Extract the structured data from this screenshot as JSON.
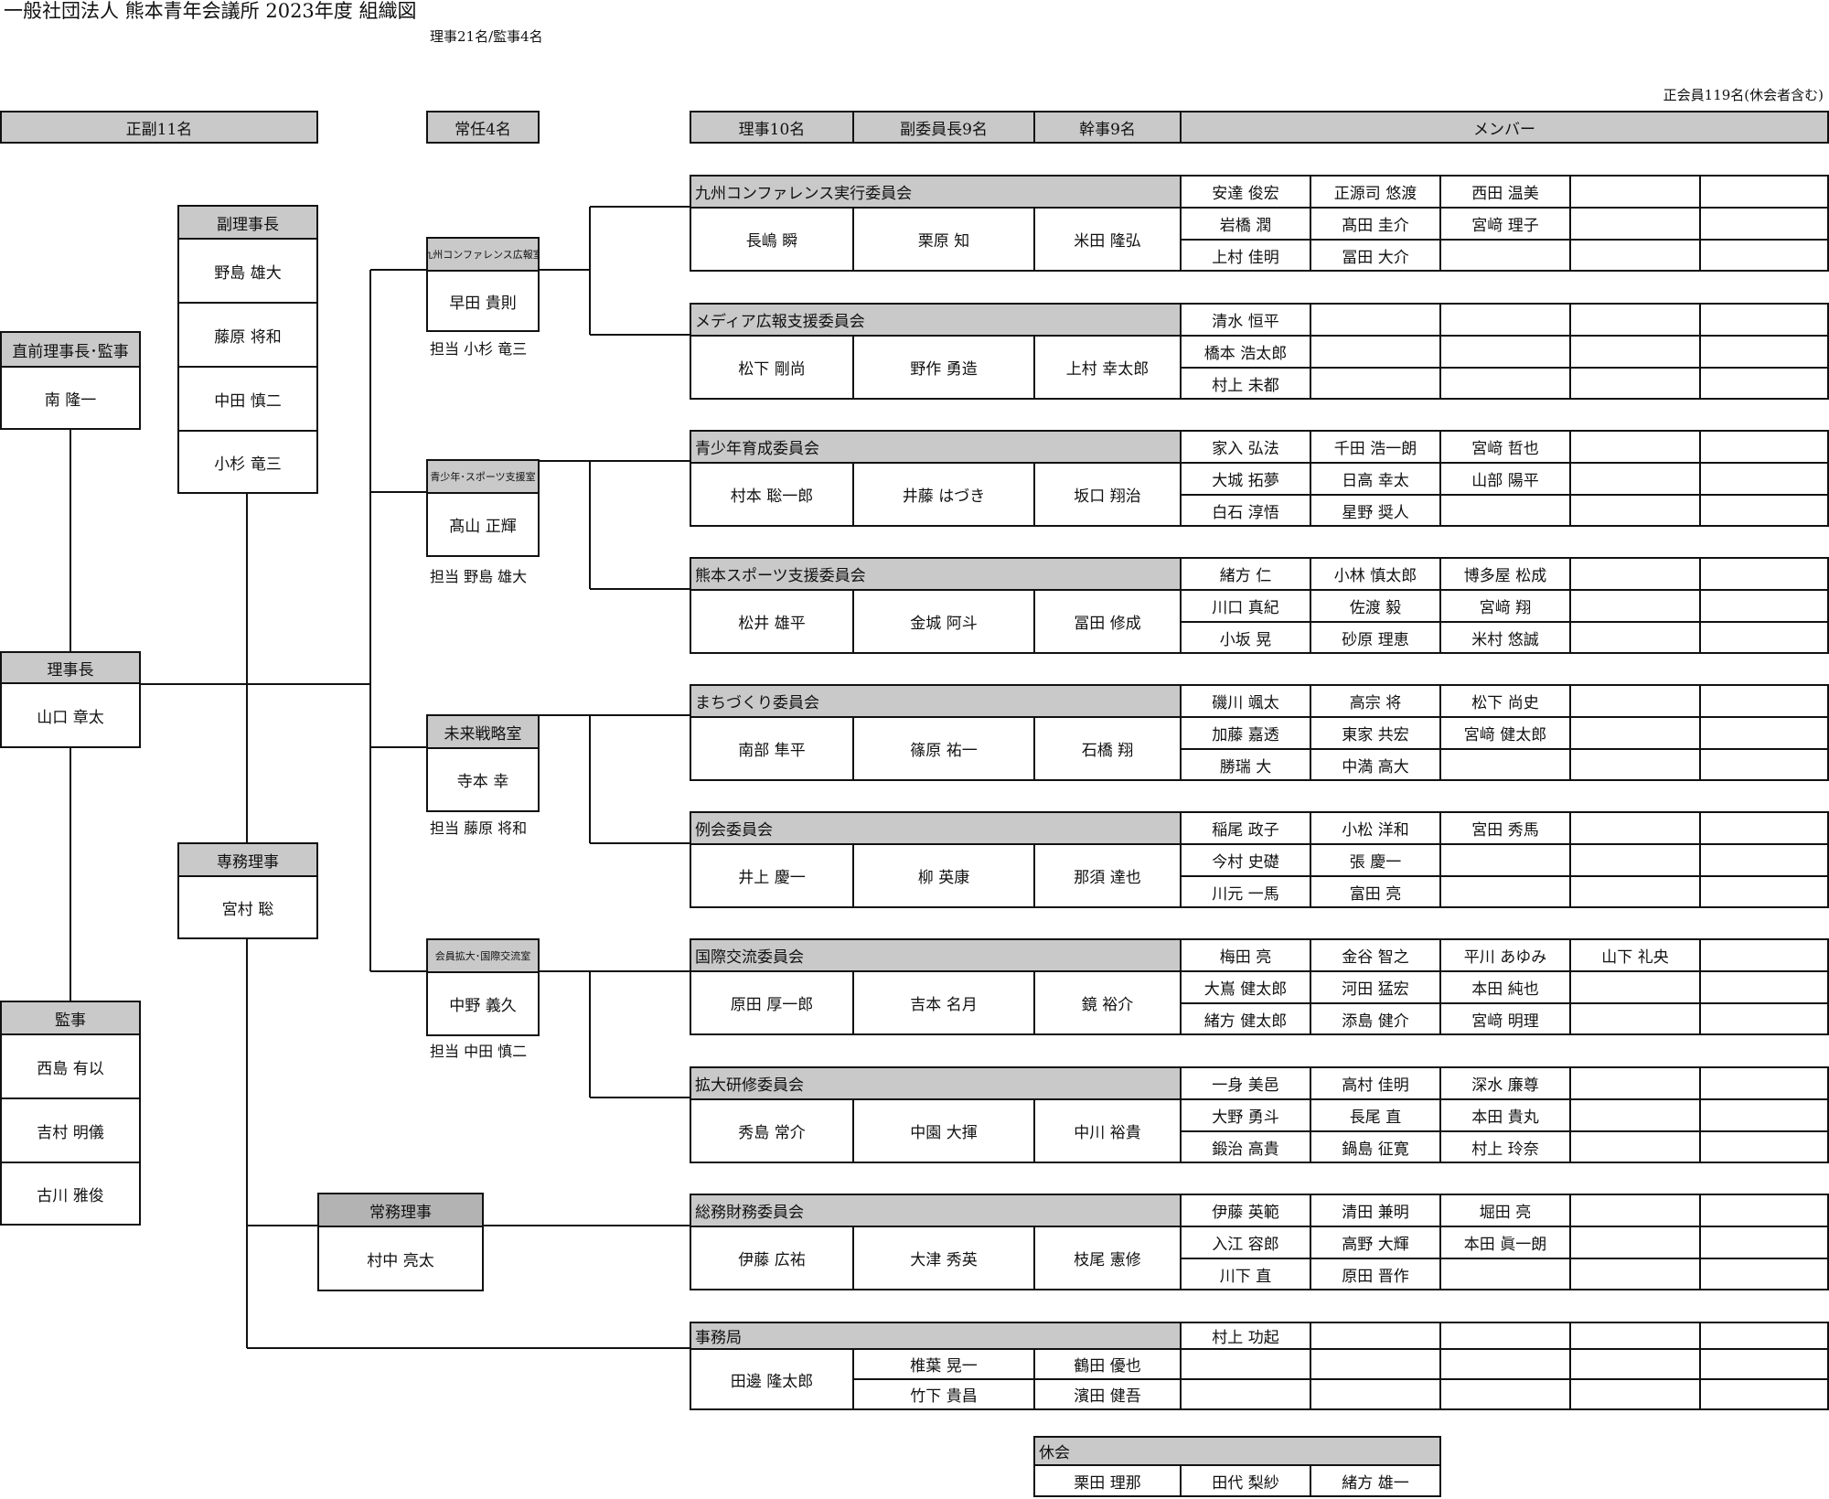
{
  "title": "一般社団法人 熊本青年会議所 2023年度 組織図",
  "subtitle": "理事21名/監事4名",
  "membership_note": "正会員119名(休会者含む)",
  "col_headers": {
    "seifuku": "正副11名",
    "jonin": "常任4名",
    "riji": "理事10名",
    "fuku": "副委員長9名",
    "kanji": "幹事9名",
    "member": "メンバー"
  },
  "left": {
    "vp_header": "副理事長",
    "vps": [
      "野島 雄大",
      "藤原 将和",
      "中田 慎二",
      "小杉 竜三"
    ],
    "past_header": "直前理事長･監事",
    "past_name": "南 隆一",
    "pres_header": "理事長",
    "pres_name": "山口 章太",
    "senmu_header": "専務理事",
    "senmu_name": "宮村 聡",
    "auditor_header": "監事",
    "auditors": [
      "西島 有以",
      "吉村 明儀",
      "古川 雅俊"
    ],
    "jomu_header": "常務理事",
    "jomu_name": "村中 亮太"
  },
  "offices": [
    {
      "header": "九州コンファレンス広報室",
      "name": "早田 貴則",
      "charge": "担当 小杉 竜三"
    },
    {
      "header": "青少年･スポーツ支援室",
      "name": "髙山 正輝",
      "charge": "担当 野島 雄大"
    },
    {
      "header": "未来戦略室",
      "name": "寺本 幸",
      "charge": "担当 藤原 将和"
    },
    {
      "header": "会員拡大･国際交流室",
      "name": "中野 義久",
      "charge": "担当 中田 慎二"
    }
  ],
  "committees": [
    {
      "name": "九州コンファレンス実行委員会",
      "riji": "長嶋 瞬",
      "fuku": "栗原 知",
      "kanji": "米田 隆弘",
      "members": [
        [
          "安達 俊宏",
          "正源司 悠渡",
          "西田 温美",
          "",
          ""
        ],
        [
          "岩橋 潤",
          "髙田 圭介",
          "宮﨑 理子",
          "",
          ""
        ],
        [
          "上村 佳明",
          "冨田 大介",
          "",
          "",
          ""
        ]
      ]
    },
    {
      "name": "メディア広報支援委員会",
      "riji": "松下 剛尚",
      "fuku": "野作 勇造",
      "kanji": "上村 幸太郎",
      "members": [
        [
          "清水 恒平",
          "",
          "",
          "",
          ""
        ],
        [
          "橋本 浩太郎",
          "",
          "",
          "",
          ""
        ],
        [
          "村上 未都",
          "",
          "",
          "",
          ""
        ]
      ]
    },
    {
      "name": "青少年育成委員会",
      "riji": "村本 聡一郎",
      "fuku": "井藤 はづき",
      "kanji": "坂口 翔治",
      "members": [
        [
          "家入 弘法",
          "千田 浩一朗",
          "宮﨑 哲也",
          "",
          ""
        ],
        [
          "大城 拓夢",
          "日高 幸太",
          "山部 陽平",
          "",
          ""
        ],
        [
          "白石 淳悟",
          "星野 奨人",
          "",
          "",
          ""
        ]
      ]
    },
    {
      "name": "熊本スポーツ支援委員会",
      "riji": "松井 雄平",
      "fuku": "金城 阿斗",
      "kanji": "冨田 修成",
      "members": [
        [
          "緒方 仁",
          "小林 慎太郎",
          "博多屋 松成",
          "",
          ""
        ],
        [
          "川口 真紀",
          "佐渡 毅",
          "宮﨑 翔",
          "",
          ""
        ],
        [
          "小坂 晃",
          "砂原 理恵",
          "米村 悠誠",
          "",
          ""
        ]
      ]
    },
    {
      "name": "まちづくり委員会",
      "riji": "南部 隼平",
      "fuku": "篠原 祐一",
      "kanji": "石橋 翔",
      "members": [
        [
          "磯川 颯太",
          "高宗 将",
          "松下 尚史",
          "",
          ""
        ],
        [
          "加藤 嘉透",
          "東家 共宏",
          "宮﨑 健太郎",
          "",
          ""
        ],
        [
          "勝瑞 大",
          "中満 高大",
          "",
          "",
          ""
        ]
      ]
    },
    {
      "name": "例会委員会",
      "riji": "井上 慶一",
      "fuku": "柳 英康",
      "kanji": "那須 達也",
      "members": [
        [
          "稲尾 政子",
          "小松 洋和",
          "宮田 秀馬",
          "",
          ""
        ],
        [
          "今村 史礎",
          "張 慶一",
          "",
          "",
          ""
        ],
        [
          "川元 一馬",
          "富田 亮",
          "",
          "",
          ""
        ]
      ]
    },
    {
      "name": "国際交流委員会",
      "riji": "原田 厚一郎",
      "fuku": "吉本 名月",
      "kanji": "鏡 裕介",
      "members": [
        [
          "梅田 亮",
          "金谷 智之",
          "平川 あゆみ",
          "山下 礼央",
          ""
        ],
        [
          "大嶌 健太郎",
          "河田 猛宏",
          "本田 純也",
          "",
          ""
        ],
        [
          "緒方 健太郎",
          "添島 健介",
          "宮﨑 明理",
          "",
          ""
        ]
      ]
    },
    {
      "name": "拡大研修委員会",
      "riji": "秀島 常介",
      "fuku": "中園 大揮",
      "kanji": "中川 裕貴",
      "members": [
        [
          "一身 美邑",
          "高村 佳明",
          "深水 廉尊",
          "",
          ""
        ],
        [
          "大野 勇斗",
          "長尾 直",
          "本田 貴丸",
          "",
          ""
        ],
        [
          "鍛治 高貴",
          "鍋島 征寛",
          "村上 玲奈",
          "",
          ""
        ]
      ]
    },
    {
      "name": "総務財務委員会",
      "riji": "伊藤 広祐",
      "fuku": "大津 秀英",
      "kanji": "枝尾 憲修",
      "members": [
        [
          "伊藤 英範",
          "清田 兼明",
          "堀田 亮",
          "",
          ""
        ],
        [
          "入江 容郎",
          "高野 大輝",
          "本田 眞一朗",
          "",
          ""
        ],
        [
          "川下 直",
          "原田 晋作",
          "",
          "",
          ""
        ]
      ]
    }
  ],
  "secretariat": {
    "name": "事務局",
    "riji": "田邊 隆太郎",
    "fuku": [
      "椎葉 晃一",
      "竹下 貴昌"
    ],
    "kanji": [
      "鶴田 優也",
      "濱田 健吾"
    ],
    "members": [
      "村上 功起",
      "",
      ""
    ]
  },
  "kyukai": {
    "header": "休会",
    "names": [
      "栗田 理那",
      "田代 梨紗",
      "緒方 雄一"
    ]
  }
}
